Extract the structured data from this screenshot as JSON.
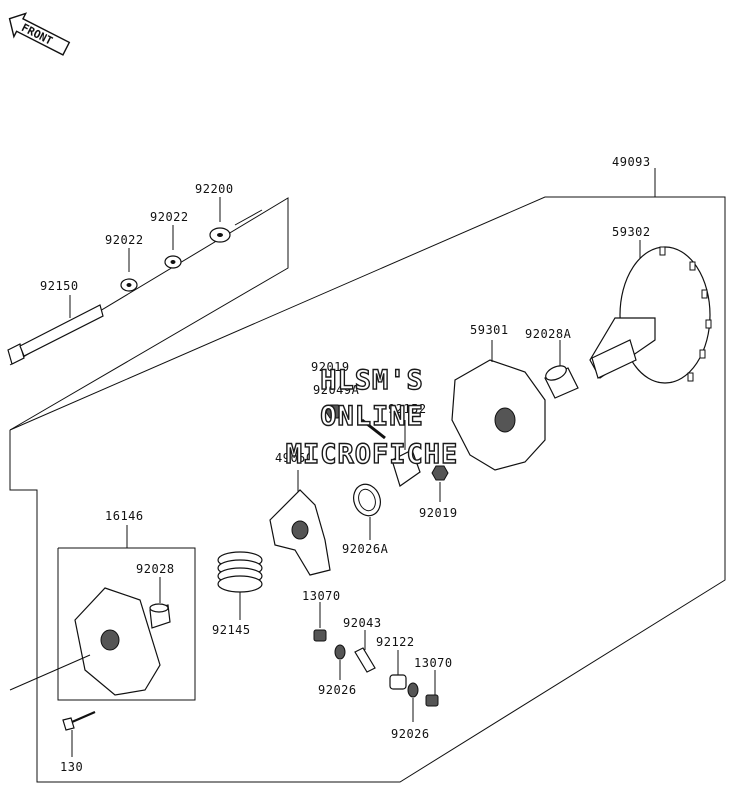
{
  "front_badge": {
    "text": "FRONT",
    "icon": "front-arrow-icon"
  },
  "watermark": {
    "line1": "HLSM'S",
    "line2": "ONLINE",
    "line3": "MICROFICHE"
  },
  "labels": {
    "p49093": "49093",
    "p59302": "59302",
    "p92200": "92200",
    "p92022a": "92022",
    "p92022b": "92022",
    "p92150": "92150",
    "p59301": "59301",
    "p92028a": "92028A",
    "p92019a": "92019",
    "p92049a": "92049A",
    "p92152": "92152",
    "p49050": "49050",
    "p92019b": "92019",
    "p92026a": "92026A",
    "p16146": "16146",
    "p92028": "92028",
    "p92145": "92145",
    "p13070a": "13070",
    "p92043": "92043",
    "p92122": "92122",
    "p13070b": "13070",
    "p92026a_small": "92026",
    "p92026b": "92026",
    "p130": "130"
  }
}
